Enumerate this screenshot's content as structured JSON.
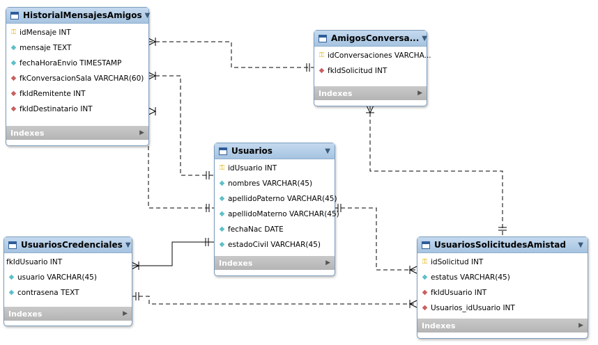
{
  "tables": {
    "historial": {
      "title": "HistorialMensajesAmigos",
      "columns": [
        {
          "icon": "key-icon",
          "text": "idMensaje INT"
        },
        {
          "icon": "attribute-icon",
          "text": "mensaje TEXT"
        },
        {
          "icon": "attribute-icon",
          "text": "fechaHoraEnvio TIMESTAMP"
        },
        {
          "icon": "foreign-key-icon",
          "text": "fkConversacionSala VARCHAR(60)"
        },
        {
          "icon": "foreign-key-icon",
          "text": "fkIdRemitente INT"
        },
        {
          "icon": "foreign-key-icon",
          "text": "fkIdDestinatario INT"
        }
      ],
      "footer": "Indexes"
    },
    "amigos": {
      "title": "AmigosConversa...",
      "columns": [
        {
          "icon": "key-icon",
          "text": "idConversaciones VARCHA..."
        },
        {
          "icon": "foreign-key-icon",
          "text": "fkIdSolicitud INT"
        }
      ],
      "footer": "Indexes"
    },
    "usuarios": {
      "title": "Usuarios",
      "columns": [
        {
          "icon": "key-icon",
          "text": "idUsuario INT"
        },
        {
          "icon": "attribute-icon",
          "text": "nombres VARCHAR(45)"
        },
        {
          "icon": "attribute-icon",
          "text": "apellidoPaterno VARCHAR(45)"
        },
        {
          "icon": "attribute-icon",
          "text": "apellidoMaterno VARCHAR(45)"
        },
        {
          "icon": "attribute-icon",
          "text": "fechaNac DATE"
        },
        {
          "icon": "attribute-icon",
          "text": "estadoCivil VARCHAR(45)"
        }
      ],
      "footer": "Indexes"
    },
    "credenciales": {
      "title": "UsuariosCredenciales",
      "columns": [
        {
          "icon": "none",
          "text": "fkIdUsuario INT"
        },
        {
          "icon": "attribute-icon",
          "text": "usuario VARCHAR(45)"
        },
        {
          "icon": "attribute-icon",
          "text": "contrasena TEXT"
        }
      ],
      "footer": "Indexes"
    },
    "solicitudes": {
      "title": "UsuariosSolicitudesAmistad",
      "columns": [
        {
          "icon": "key-icon",
          "text": "idSolicitud INT"
        },
        {
          "icon": "attribute-icon",
          "text": "estatus VARCHAR(45)"
        },
        {
          "icon": "foreign-key-icon",
          "text": "fkIdUsuario INT"
        },
        {
          "icon": "foreign-key-icon",
          "text": "Usuarios_idUsuario INT"
        }
      ],
      "footer": "Indexes"
    }
  },
  "colors": {
    "header": "#a6c3e0",
    "key": "#e0b000",
    "attribute": "#5ec0c8",
    "foreign_key": "#c86060",
    "footer": "#b4b4b4"
  }
}
